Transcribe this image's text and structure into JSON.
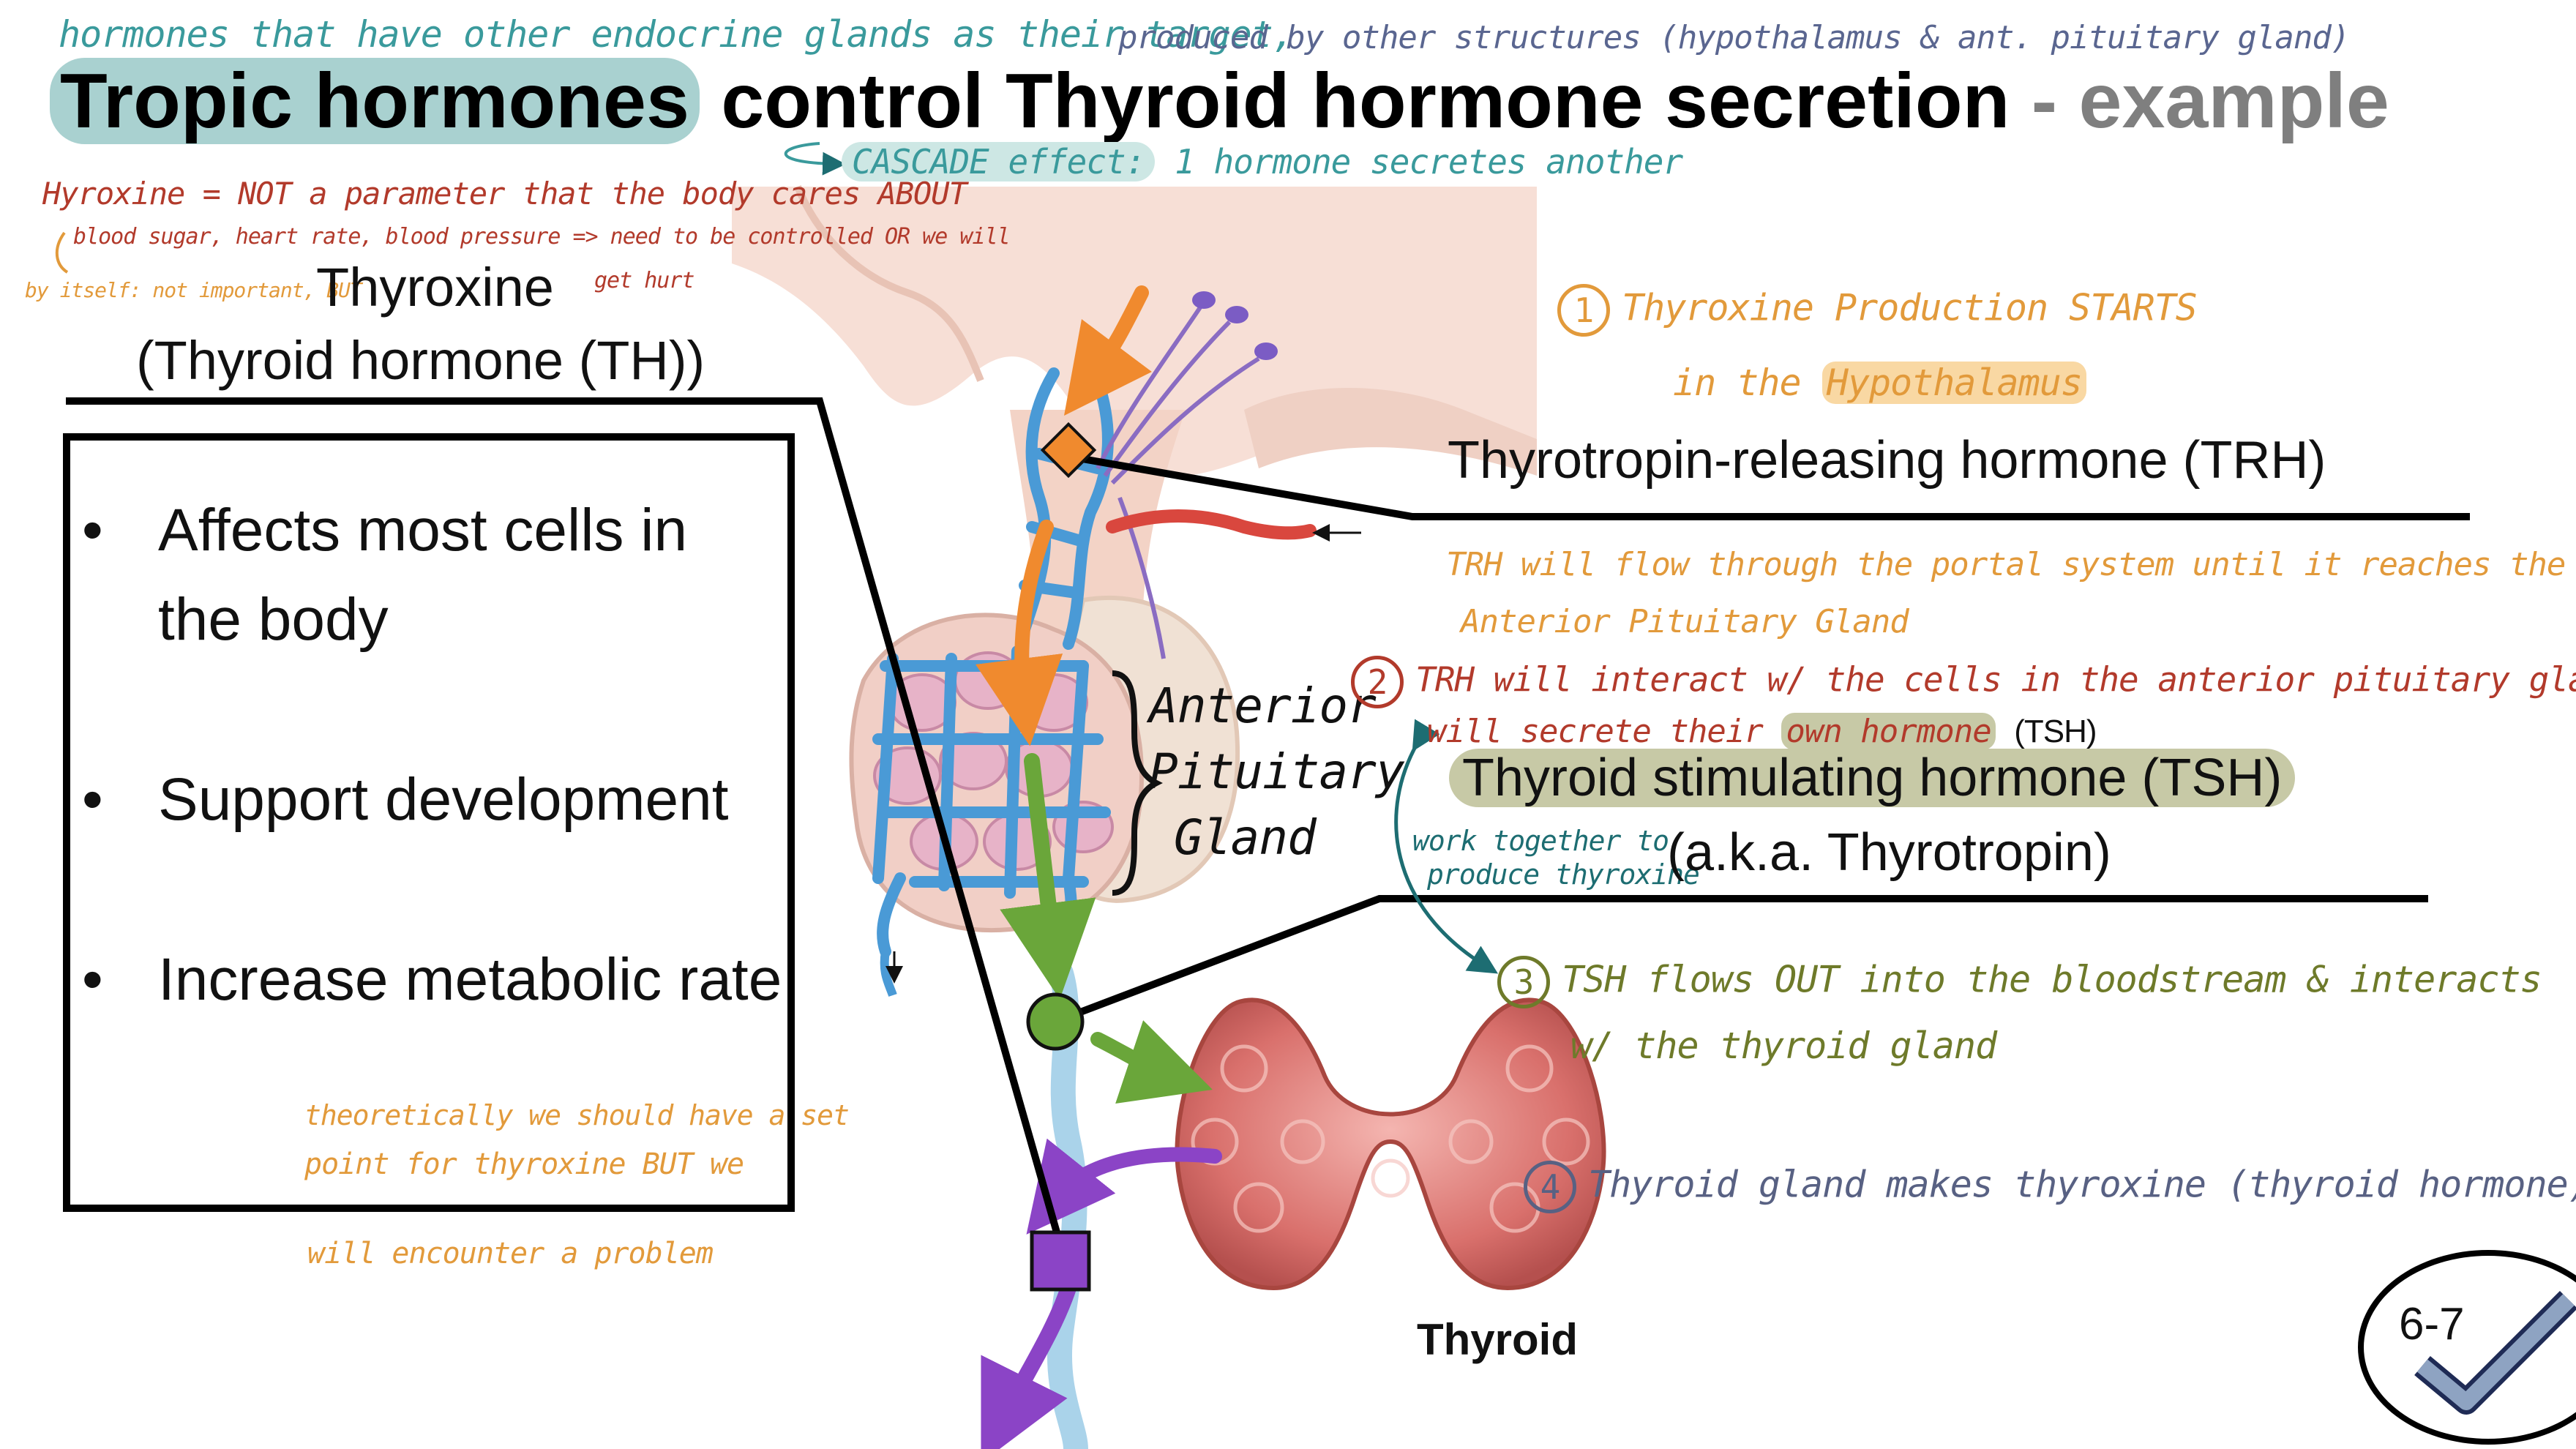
{
  "slide": {
    "top_note": "hormones that have other endocrine glands as their target,",
    "top_note_cont": "produced by other structures (hypothalamus & ant. pituitary gland)",
    "title_highlight": "Tropic hormones",
    "title_main": " control Thyroid hormone secretion ",
    "title_suffix": "- example",
    "cascade_label": "CASCADE effect:",
    "cascade_text": "1 hormone secretes another"
  },
  "left": {
    "note_line1": "Hyroxine = NOT a parameter that the body cares ABOUT",
    "note_line2": "blood sugar, heart rate, blood pressure => need to be controlled OR we will",
    "note_line3a": "by itself: not important, BUT",
    "note_line3b": "get hurt",
    "thyroxine": "Thyroxine",
    "thyroid_hormone": "(Thyroid hormone (TH))",
    "bullets": [
      "Affects most cells in the body",
      "Support development",
      "Increase metabolic rate"
    ],
    "setpoint_note1": "theoretically we should have a set",
    "setpoint_note2": "point for thyroxine BUT we",
    "setpoint_note3": "will encounter a problem"
  },
  "diagram": {
    "anterior_label_1": "Anterior",
    "anterior_label_2": "Pituitary",
    "anterior_label_3": "Gland",
    "thyroid_label": "Thyroid"
  },
  "right": {
    "step1_num": "1",
    "step1_line1": "Thyroxine Production STARTS",
    "step1_line2_a": "in the",
    "step1_line2_b": "Hypothalamus",
    "trh": "Thyrotropin-releasing hormone (TRH)",
    "trh_note_1": "TRH will flow through the portal system until it reaches the",
    "trh_note_2": "Anterior Pituitary Gland",
    "step2_num": "2",
    "step2_line1": "TRH will interact w/ the cells in the anterior pituitary gland => they",
    "step2_line2_a": "will secrete their",
    "step2_line2_b": "own hormone",
    "step2_line2_c": "(TSH)",
    "tsh": "Thyroid stimulating hormone (TSH)",
    "work_together_1": "work together to",
    "work_together_2": "produce thyroxine",
    "aka": "(a.k.a. Thyrotropin)",
    "step3_num": "3",
    "step3_line1": "TSH flows OUT into the bloodstream & interacts",
    "step3_line2": "w/ the thyroid gland",
    "step4_num": "4",
    "step4_line1": "Thyroid gland makes thyroxine (thyroid hormone)",
    "badge_text": "6-7"
  },
  "colors": {
    "teal_note": "#3a9a9c",
    "red_note": "#b23a2b",
    "orange_note": "#e29a3b",
    "olive_note": "#6e7a2a",
    "navy_note": "#586183",
    "trh_marker": "#f08a2e",
    "tsh_marker": "#6aa63a",
    "th_marker": "#8b44c6",
    "vessel_blue": "#4a9ad6"
  }
}
